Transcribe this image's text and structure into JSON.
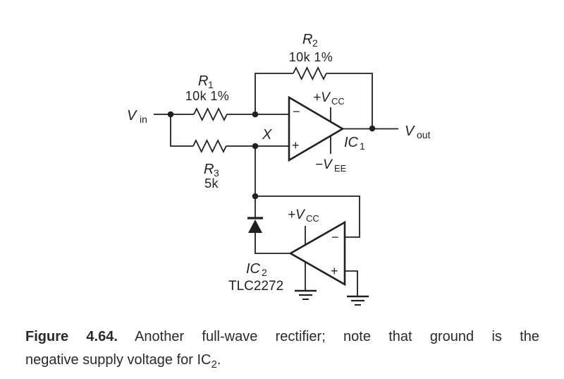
{
  "diagram": {
    "vin": {
      "main": "V",
      "sub": "in"
    },
    "vout": {
      "main": "V",
      "sub": "out"
    },
    "r1": {
      "main": "R",
      "sub": "1",
      "value": "10k 1%"
    },
    "r2": {
      "main": "R",
      "sub": "2",
      "value": "10k 1%"
    },
    "r3": {
      "main": "R",
      "sub": "3",
      "value": "5k"
    },
    "node_x": "X",
    "ic1": {
      "name_main": "IC",
      "name_sub": "1",
      "vcc_main": "+V",
      "vcc_sub": "CC",
      "vee_main": "−V",
      "vee_sub": "EE",
      "minus": "−",
      "plus": "+"
    },
    "ic2": {
      "name_main": "IC",
      "name_sub": "2",
      "part": "TLC2272",
      "vcc_main": "+V",
      "vcc_sub": "CC",
      "minus": "−",
      "plus": "+"
    },
    "colors": {
      "ink": "#231f20",
      "background": "#ffffff"
    }
  },
  "caption": {
    "figure_label": "Figure 4.64.",
    "line1_rest": "Another full-wave rectifier; note that ground is the",
    "line2_main": "negative supply voltage for IC",
    "line2_sub": "2",
    "line2_end": "."
  }
}
